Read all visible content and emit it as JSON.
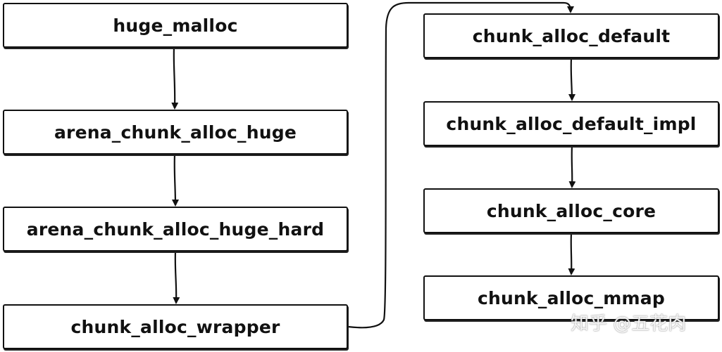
{
  "diagram": {
    "nodes": [
      {
        "id": "huge_malloc",
        "label": "huge_malloc"
      },
      {
        "id": "arena_chunk_alloc_huge",
        "label": "arena_chunk_alloc_huge"
      },
      {
        "id": "arena_chunk_alloc_huge_hard",
        "label": "arena_chunk_alloc_huge_hard"
      },
      {
        "id": "chunk_alloc_wrapper",
        "label": "chunk_alloc_wrapper"
      },
      {
        "id": "chunk_alloc_default",
        "label": "chunk_alloc_default"
      },
      {
        "id": "chunk_alloc_default_impl",
        "label": "chunk_alloc_default_impl"
      },
      {
        "id": "chunk_alloc_core",
        "label": "chunk_alloc_core"
      },
      {
        "id": "chunk_alloc_mmap",
        "label": "chunk_alloc_mmap"
      }
    ],
    "edges": [
      {
        "from": "huge_malloc",
        "to": "arena_chunk_alloc_huge"
      },
      {
        "from": "arena_chunk_alloc_huge",
        "to": "arena_chunk_alloc_huge_hard"
      },
      {
        "from": "arena_chunk_alloc_huge_hard",
        "to": "chunk_alloc_wrapper"
      },
      {
        "from": "chunk_alloc_wrapper",
        "to": "chunk_alloc_default"
      },
      {
        "from": "chunk_alloc_default",
        "to": "chunk_alloc_default_impl"
      },
      {
        "from": "chunk_alloc_default_impl",
        "to": "chunk_alloc_core"
      },
      {
        "from": "chunk_alloc_core",
        "to": "chunk_alloc_mmap"
      }
    ]
  },
  "watermark": "知乎 @五花肉",
  "colors": {
    "stroke": "#111111",
    "background": "#ffffff"
  }
}
